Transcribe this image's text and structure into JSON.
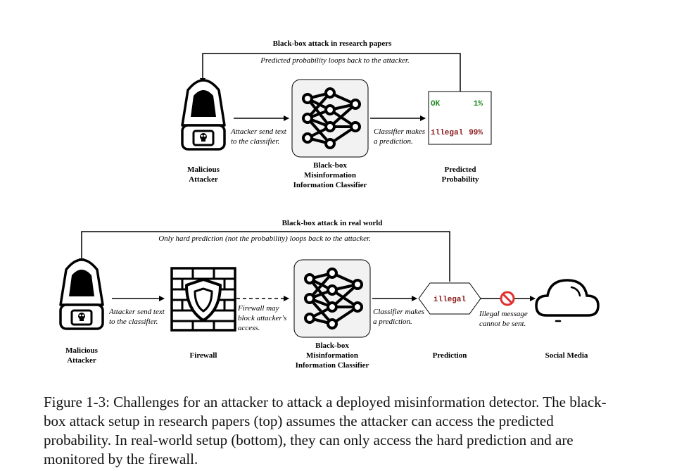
{
  "top": {
    "title": "Black-box attack in research papers",
    "loop_label": "Predicted probability loops back to the attacker.",
    "attacker_label": [
      "Malicious",
      "Attacker"
    ],
    "send_label": [
      "Attacker send text",
      "to the classifier."
    ],
    "classifier_label": [
      "Black-box",
      "Misinformation",
      "Information Classifier"
    ],
    "predict_label": [
      "Classifier makes",
      "a prediction."
    ],
    "prob_label": [
      "Predicted",
      "Probability"
    ],
    "prob_rows": [
      {
        "label": "OK",
        "value": "1%",
        "color": "#1e8a1e"
      },
      {
        "label": "illegal",
        "value": "99%",
        "color": "#8b1a1a"
      }
    ]
  },
  "bottom": {
    "title": "Black-box attack in real world",
    "loop_label": "Only hard prediction (not the probability) loops back to the attacker.",
    "attacker_label": [
      "Malicious",
      "Attacker"
    ],
    "send_label": [
      "Attacker send text",
      "to the classifier."
    ],
    "firewall_label": "Firewall",
    "firewall_note": [
      "Firewall may",
      "block attacker's",
      "access."
    ],
    "classifier_label": [
      "Black-box",
      "Misinformation",
      "Information Classifier"
    ],
    "predict_label": [
      "Classifier makes",
      "a prediction."
    ],
    "prediction_value": "illegal",
    "prediction_label": "Prediction",
    "illegal_note": [
      "Illegal message",
      "cannot be sent."
    ],
    "social_label": "Social Media"
  },
  "caption": "Figure 1-3: Challenges for an attacker to attack a deployed misinformation detector. The black-box attack setup in research papers (top) assumes the attacker can access the predicted probability. In real-world setup (bottom), they can only access the hard prediction and are monitored by the firewall.",
  "colors": {
    "ok": "#1e8a1e",
    "illegal": "#8b1a1a",
    "forbidden": "#e03030",
    "box_fill": "#f2f2f2"
  },
  "icons": [
    "hacker-icon",
    "neural-network-icon",
    "firewall-icon",
    "no-entry-icon",
    "cloud-icon"
  ]
}
